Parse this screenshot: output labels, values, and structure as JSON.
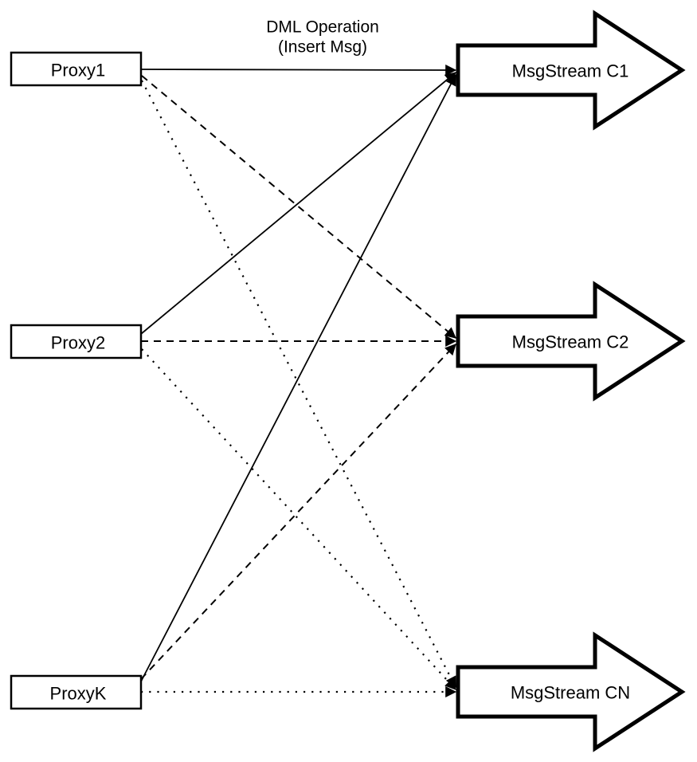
{
  "diagram": {
    "title": {
      "line1": "DML Operation",
      "line2": "(Insert Msg)"
    },
    "proxies": [
      {
        "id": "proxy1",
        "label": "Proxy1"
      },
      {
        "id": "proxy2",
        "label": "Proxy2"
      },
      {
        "id": "proxyK",
        "label": "ProxyK"
      }
    ],
    "streams": [
      {
        "id": "c1",
        "label": "MsgStream C1"
      },
      {
        "id": "c2",
        "label": "MsgStream C2"
      },
      {
        "id": "cn",
        "label": "MsgStream CN"
      }
    ],
    "connections": [
      {
        "from": "Proxy1",
        "to": "MsgStream C1",
        "style": "solid"
      },
      {
        "from": "Proxy2",
        "to": "MsgStream C1",
        "style": "solid"
      },
      {
        "from": "ProxyK",
        "to": "MsgStream C1",
        "style": "solid"
      },
      {
        "from": "Proxy1",
        "to": "MsgStream C2",
        "style": "dashed"
      },
      {
        "from": "Proxy2",
        "to": "MsgStream C2",
        "style": "dashed"
      },
      {
        "from": "ProxyK",
        "to": "MsgStream C2",
        "style": "dashed"
      },
      {
        "from": "Proxy1",
        "to": "MsgStream CN",
        "style": "dotted"
      },
      {
        "from": "Proxy2",
        "to": "MsgStream CN",
        "style": "dotted"
      },
      {
        "from": "ProxyK",
        "to": "MsgStream CN",
        "style": "dotted"
      }
    ],
    "colors": {
      "stroke": "#000000",
      "background": "#ffffff"
    }
  }
}
